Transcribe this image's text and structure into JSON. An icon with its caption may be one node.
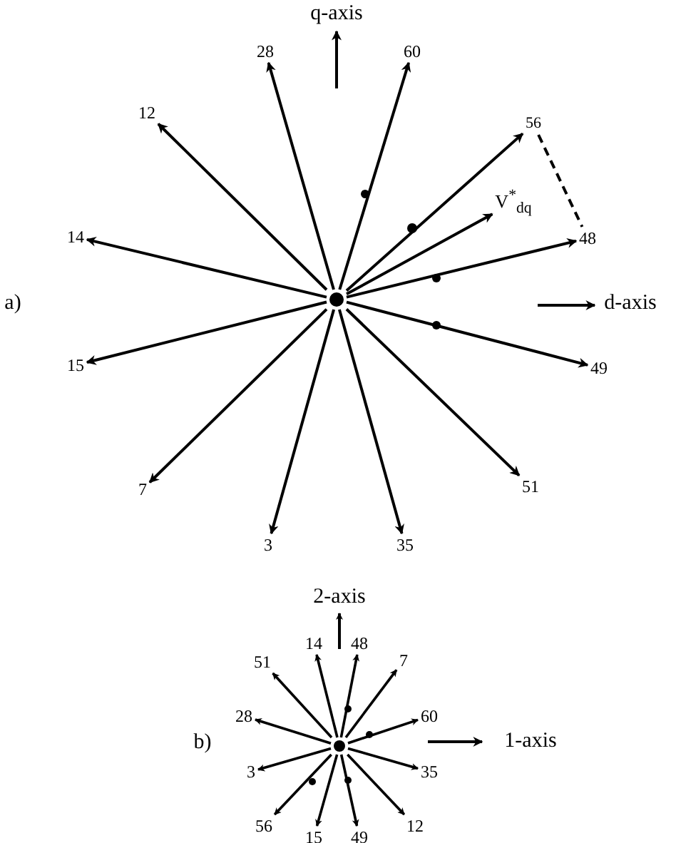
{
  "diagram": {
    "nodes": [
      {
        "text": [
          "28"
        ]
      },
      {
        "text": [
          "60"
        ]
      },
      {
        "text": [
          "12"
        ]
      },
      {
        "text": [
          "56"
        ]
      },
      {
        "text": [
          "V$^{*}$$_{dq}$"
        ]
      },
      {
        "text": [
          "14"
        ]
      },
      {
        "text": [
          "48"
        ]
      },
      {
        "text": [],
        "shape": "circle"
      },
      {
        "text": [
          "15"
        ]
      },
      {
        "text": [
          "49"
        ]
      },
      {
        "text": [
          "7"
        ]
      },
      {
        "text": [
          "51"
        ]
      },
      {
        "text": [
          "3"
        ]
      },
      {
        "text": [
          "35"
        ]
      },
      {
        "text": [
          "14"
        ]
      },
      {
        "text": [
          "48"
        ]
      },
      {
        "text": [
          "51"
        ]
      },
      {
        "text": [
          "7"
        ]
      },
      {
        "text": [
          "28"
        ]
      },
      {
        "text": [
          "60"
        ]
      },
      {
        "text": [],
        "shape": "circle"
      },
      {
        "text": [
          "3"
        ]
      },
      {
        "text": [
          "35"
        ]
      },
      {
        "text": [
          "56"
        ]
      },
      {
        "text": [
          "12"
        ]
      },
      {
        "text": [
          "15"
        ]
      },
      {
        "text": [
          "49"
        ]
      }
    ],
    "edges": [
      {
        "from": 7,
        "to": 0,
        "arrow": "to"
      },
      {
        "from": 7,
        "to": 1,
        "arrow": "to"
      },
      {
        "from": 7,
        "to": 2,
        "arrow": "to"
      },
      {
        "from": 7,
        "to": 3,
        "arrow": "to"
      },
      {
        "from": 7,
        "to": 4,
        "arrow": "to"
      },
      {
        "from": 7,
        "to": 5,
        "arrow": "to"
      },
      {
        "from": 7,
        "to": 6,
        "arrow": "to"
      },
      {
        "from": 7,
        "to": 8,
        "arrow": "to"
      },
      {
        "from": 7,
        "to": 9,
        "arrow": "to"
      },
      {
        "from": 7,
        "to": 10,
        "arrow": "to"
      },
      {
        "from": 7,
        "to": 11,
        "arrow": "to"
      },
      {
        "from": 7,
        "to": 12,
        "arrow": "to"
      },
      {
        "from": 7,
        "to": 13,
        "arrow": "to"
      },
      {
        "from": 3,
        "to": 6,
        "arrow": "none",
        "style": "dashed"
      },
      {
        "from": 20,
        "to": 14,
        "arrow": "to"
      },
      {
        "from": 20,
        "to": 15,
        "arrow": "to"
      },
      {
        "from": 20,
        "to": 16,
        "arrow": "to"
      },
      {
        "from": 20,
        "to": 17,
        "arrow": "to"
      },
      {
        "from": 20,
        "to": 18,
        "arrow": "to"
      },
      {
        "from": 20,
        "to": 19,
        "arrow": "to"
      },
      {
        "from": 20,
        "to": 21,
        "arrow": "to"
      },
      {
        "from": 20,
        "to": 22,
        "arrow": "to"
      },
      {
        "from": 20,
        "to": 23,
        "arrow": "to"
      },
      {
        "from": 20,
        "to": 24,
        "arrow": "to"
      },
      {
        "from": 20,
        "to": 25,
        "arrow": "to"
      },
      {
        "from": 20,
        "to": 26,
        "arrow": "to"
      }
    ],
    "labels": [
      "q-axis",
      "a)",
      "d-axis",
      "2-axis",
      "b)",
      "1-axis"
    ]
  }
}
